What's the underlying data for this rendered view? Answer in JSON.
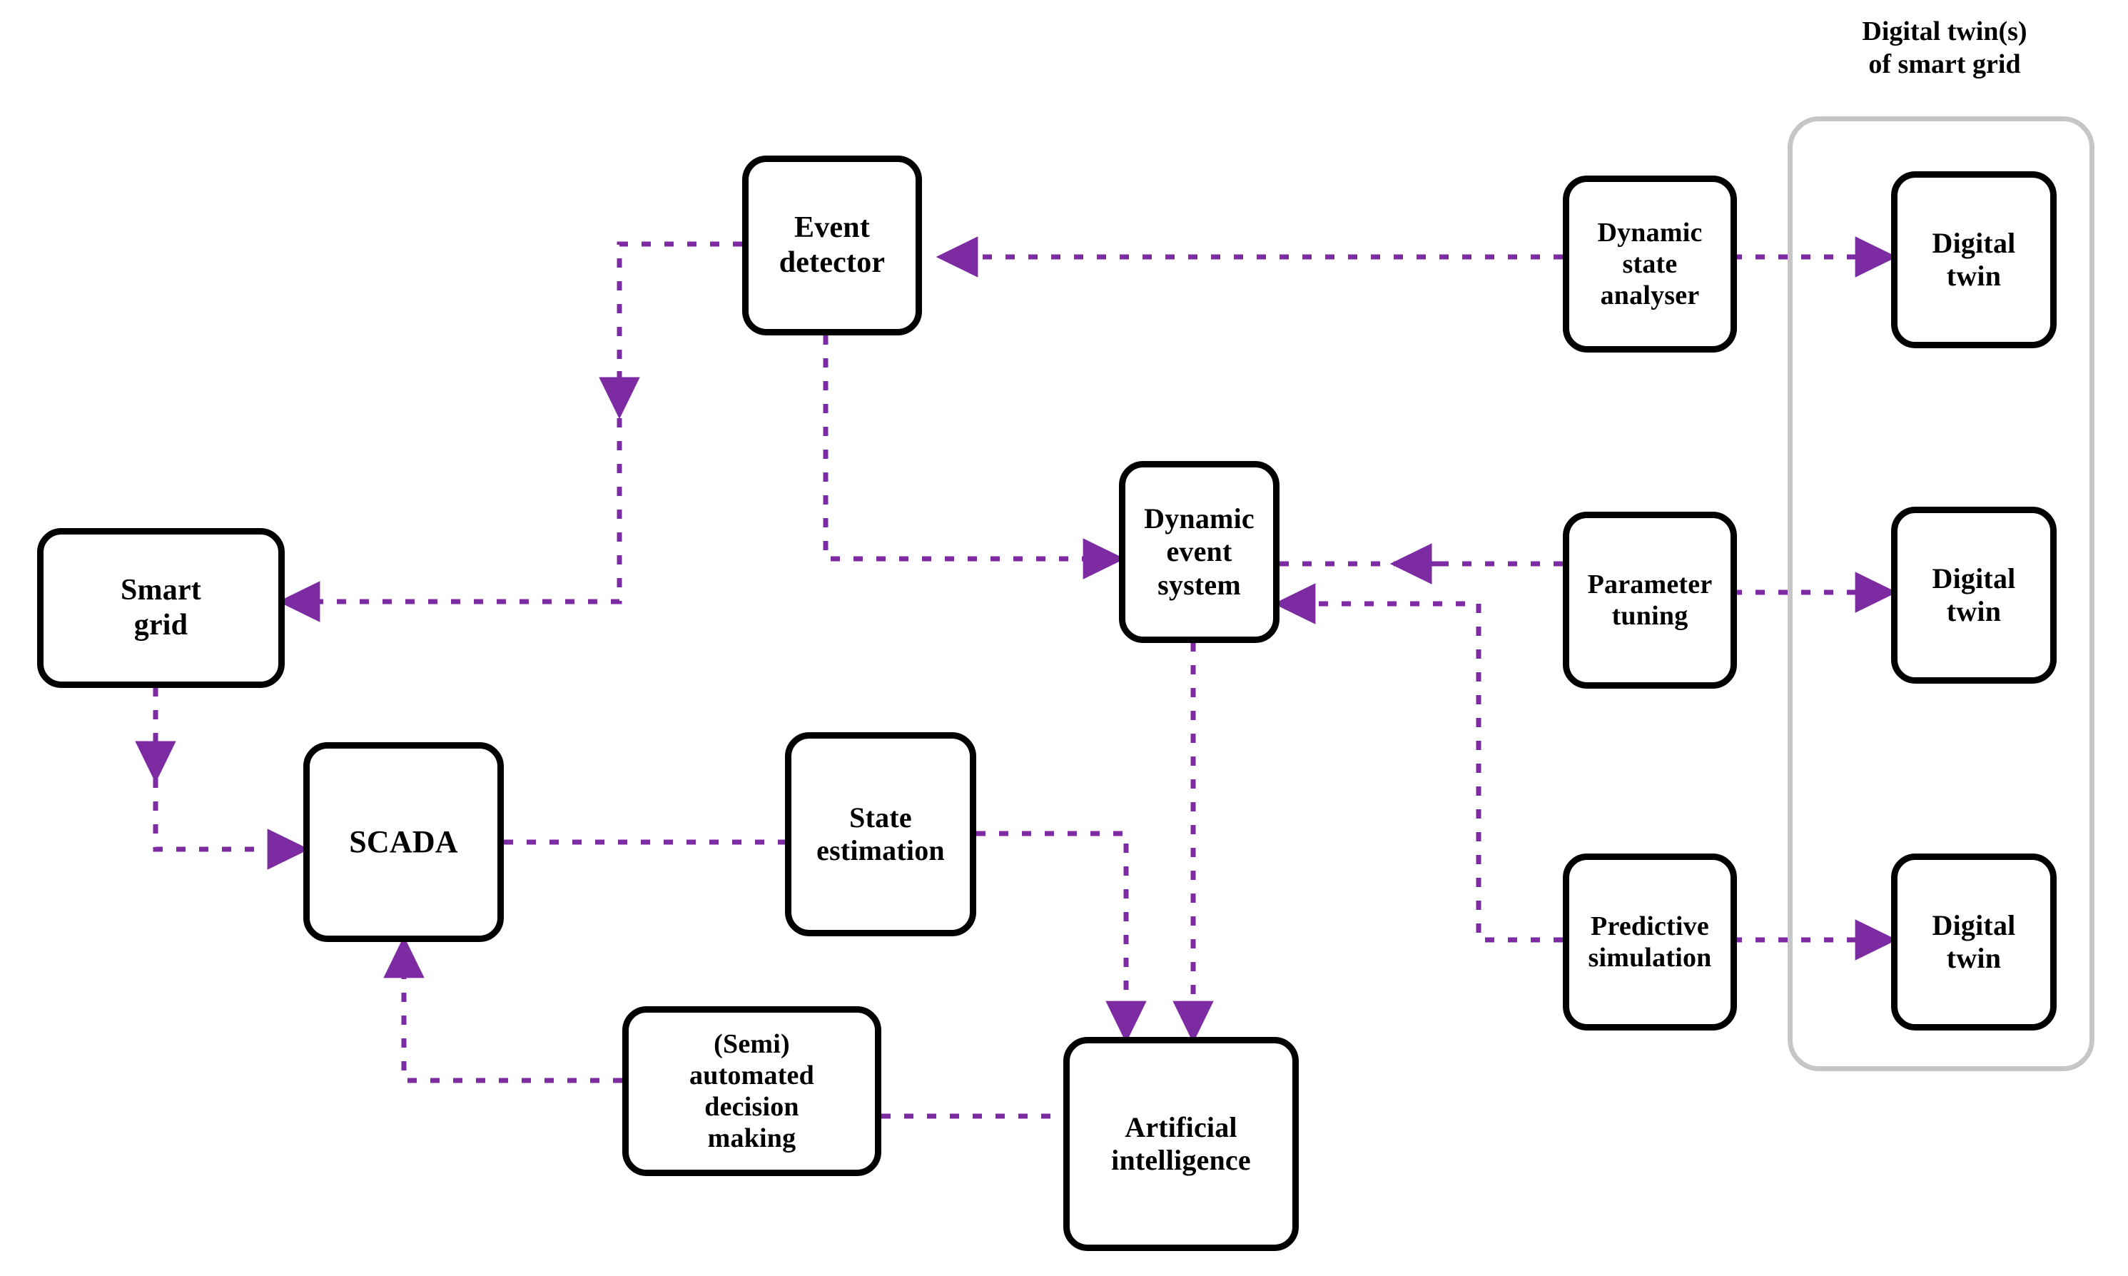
{
  "diagram": {
    "title_block": {
      "line1": "Digital twin(s)",
      "line2": "of smart grid"
    },
    "accent_color": "#7d2ba3",
    "frame_color": "#c6c6c6",
    "node_border_color": "#000000",
    "nodes": [
      {
        "id": "event-detector",
        "label": "Event detector",
        "lines": [
          "Event",
          "detector"
        ]
      },
      {
        "id": "smart-grid",
        "label": "Smart grid",
        "lines": [
          "Smart",
          "grid"
        ]
      },
      {
        "id": "dynamic-event-system",
        "label": "Dynamic event system",
        "lines": [
          "Dynamic",
          "event",
          "system"
        ]
      },
      {
        "id": "scada",
        "label": "SCADA",
        "lines": [
          "SCADA"
        ]
      },
      {
        "id": "state-estimation",
        "label": "State estimation",
        "lines": [
          "State",
          "estimation"
        ]
      },
      {
        "id": "semi-automated-decision-making",
        "label": "(Semi) automated decision making",
        "lines": [
          "(Semi)",
          "automated",
          "decision",
          "making"
        ]
      },
      {
        "id": "artificial-intelligence",
        "label": "Artificial intelligence",
        "lines": [
          "Artificial",
          "intelligence"
        ]
      },
      {
        "id": "dynamic-state-analyser",
        "label": "Dynamic state analyser",
        "lines": [
          "Dynamic",
          "state",
          "analyser"
        ]
      },
      {
        "id": "parameter-tuning",
        "label": "Parameter tuning",
        "lines": [
          "Parameter",
          "tuning"
        ]
      },
      {
        "id": "predictive-simulation",
        "label": "Predictive simulation",
        "lines": [
          "Predictive",
          "simulation"
        ]
      },
      {
        "id": "digital-twin-1",
        "label": "Digital twin",
        "lines": [
          "Digital",
          "twin"
        ]
      },
      {
        "id": "digital-twin-2",
        "label": "Digital twin",
        "lines": [
          "Digital",
          "twin"
        ]
      },
      {
        "id": "digital-twin-3",
        "label": "Digital twin",
        "lines": [
          "Digital",
          "twin"
        ]
      }
    ],
    "connections": [
      {
        "from": "dynamic-state-analyser",
        "to": "event-detector"
      },
      {
        "from": "dynamic-state-analyser",
        "to": "digital-twin-1"
      },
      {
        "from": "event-detector",
        "to": "dynamic-event-system"
      },
      {
        "from": "event-detector",
        "to": "smart-grid"
      },
      {
        "from": "parameter-tuning",
        "to": "dynamic-event-system"
      },
      {
        "from": "parameter-tuning",
        "to": "digital-twin-2"
      },
      {
        "from": "predictive-simulation",
        "to": "dynamic-event-system"
      },
      {
        "from": "predictive-simulation",
        "to": "digital-twin-3"
      },
      {
        "from": "smart-grid",
        "to": "scada"
      },
      {
        "from": "scada",
        "to": "state-estimation"
      },
      {
        "from": "state-estimation",
        "to": "artificial-intelligence"
      },
      {
        "from": "dynamic-event-system",
        "to": "artificial-intelligence"
      },
      {
        "from": "artificial-intelligence",
        "to": "semi-automated-decision-making"
      },
      {
        "from": "semi-automated-decision-making",
        "to": "scada"
      }
    ]
  }
}
